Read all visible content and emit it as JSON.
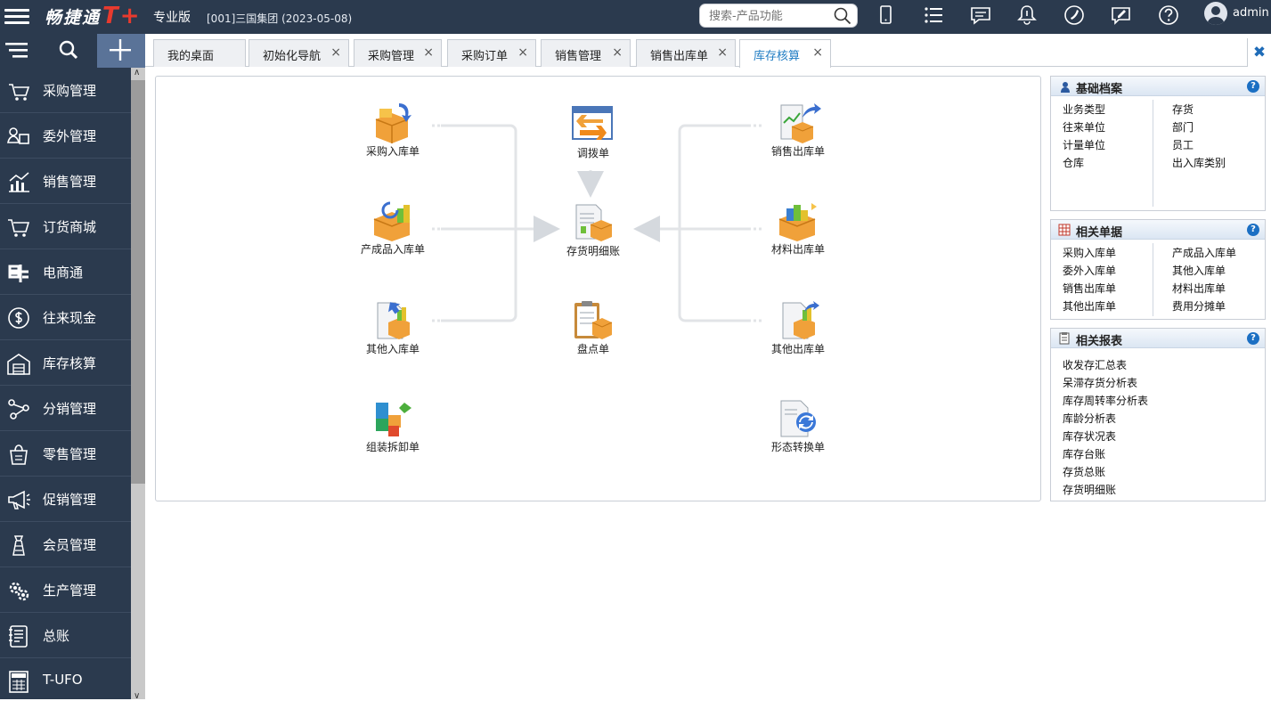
{
  "app": {
    "logo_text": "畅捷通",
    "logo_mark": "T+",
    "edition": "专业版",
    "company": "[001]三国集团  (2023-05-08)",
    "search_placeholder": "搜索-产品功能",
    "user": "admin"
  },
  "top_icons": [
    "mobile-icon",
    "list-icon",
    "message-icon",
    "bell-icon",
    "phone-icon",
    "chat-edit-icon",
    "help-icon"
  ],
  "nav": {
    "items": [
      {
        "label": "采购管理",
        "icon": "cart-icon"
      },
      {
        "label": "委外管理",
        "icon": "outsource-icon"
      },
      {
        "label": "销售管理",
        "icon": "chart-icon"
      },
      {
        "label": "订货商城",
        "icon": "shop-cart-icon"
      },
      {
        "label": "电商通",
        "icon": "ecommerce-icon"
      },
      {
        "label": "往来现金",
        "icon": "dollar-icon"
      },
      {
        "label": "库存核算",
        "icon": "warehouse-icon"
      },
      {
        "label": "分销管理",
        "icon": "distribution-icon"
      },
      {
        "label": "零售管理",
        "icon": "retail-icon"
      },
      {
        "label": "促销管理",
        "icon": "megaphone-icon"
      },
      {
        "label": "会员管理",
        "icon": "member-icon"
      },
      {
        "label": "生产管理",
        "icon": "gears-icon"
      },
      {
        "label": "总账",
        "icon": "ledger-icon"
      },
      {
        "label": "T-UFO",
        "icon": "ufo-report-icon"
      }
    ]
  },
  "tabs": [
    {
      "label": "我的桌面",
      "closable": false
    },
    {
      "label": "初始化导航",
      "closable": true
    },
    {
      "label": "采购管理",
      "closable": true
    },
    {
      "label": "采购订单",
      "closable": true
    },
    {
      "label": "销售管理",
      "closable": true
    },
    {
      "label": "销售出库单",
      "closable": true
    },
    {
      "label": "库存核算",
      "closable": true,
      "active": true
    }
  ],
  "tab_close_glyph": "×",
  "close_all_glyph": "✖",
  "flow": {
    "purchase_in": "采购入库单",
    "product_in": "产成品入库单",
    "other_in": "其他入库单",
    "assembly": "组装拆卸单",
    "transfer": "调拨单",
    "stock_detail": "存货明细账",
    "stocktake": "盘点单",
    "sales_out": "销售出库单",
    "material_out": "材料出库单",
    "other_out": "其他出库单",
    "form_convert": "形态转换单"
  },
  "panels": {
    "basic": {
      "title": "基础档案",
      "left": [
        "业务类型",
        "往来单位",
        "计量单位",
        "仓库"
      ],
      "right": [
        "存货",
        "部门",
        "员工",
        "出入库类别"
      ]
    },
    "docs": {
      "title": "相关单据",
      "left": [
        "采购入库单",
        "委外入库单",
        "销售出库单",
        "其他出库单"
      ],
      "right": [
        "产成品入库单",
        "其他入库单",
        "材料出库单",
        "费用分摊单"
      ]
    },
    "reports": {
      "title": "相关报表",
      "items": [
        "收发存汇总表",
        "呆滞存货分析表",
        "库存周转率分析表",
        "库龄分析表",
        "库存状况表",
        "库存台账",
        "存货总账",
        "存货明细账"
      ]
    },
    "help_glyph": "?"
  },
  "colors": {
    "topbar": "#2b3a4e",
    "accent": "#1f7cc3",
    "logo_mark": "#e83a2e"
  }
}
